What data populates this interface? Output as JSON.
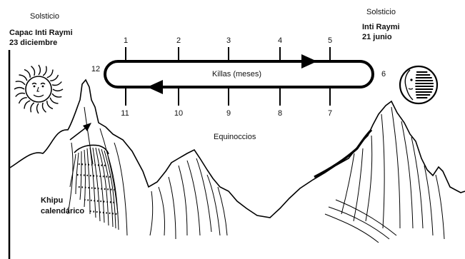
{
  "solstice_left": {
    "heading": "Solsticio",
    "name": "Capac Inti Raymi",
    "date": "23 diciembre"
  },
  "solstice_right": {
    "heading": "Solsticio",
    "name": "Inti Raymi",
    "date": "21 junio"
  },
  "cycle": {
    "label": "Killas (meses)",
    "months_top": [
      "1",
      "2",
      "3",
      "4",
      "5"
    ],
    "months_bottom": [
      "11",
      "10",
      "9",
      "8",
      "7"
    ],
    "month_left": "12",
    "month_right": "6"
  },
  "equinox_label": "Equinoccios",
  "khipu": {
    "line1": "Khipu",
    "line2": "calendárico"
  },
  "icons": {
    "sun": "sun-face-icon",
    "moon": "moon-face-icon"
  }
}
